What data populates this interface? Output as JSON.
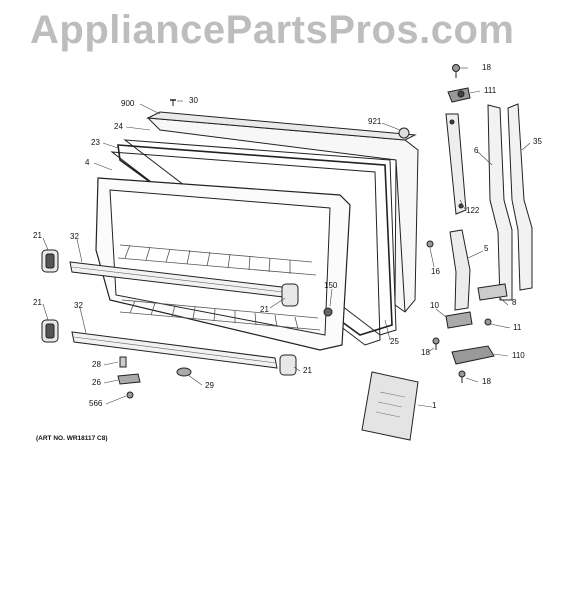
{
  "watermark": "AppliancePartsPros.com",
  "art_number": "(ART NO. WR18117 C8)",
  "callouts": {
    "c18a": "18",
    "c111": "111",
    "c900": "900",
    "c30": "30",
    "c921": "921",
    "c24": "24",
    "c23": "23",
    "c4": "4",
    "c35": "35",
    "c6": "6",
    "c122": "122",
    "c21a": "21",
    "c32a": "32",
    "c16": "16",
    "c5": "5",
    "c150": "150",
    "c21b": "21",
    "c32b": "32",
    "c21c": "21",
    "c10": "10",
    "c8": "8",
    "c11": "11",
    "c25": "25",
    "c18b": "18",
    "c110": "110",
    "c28": "28",
    "c21d": "21",
    "c26": "26",
    "c29": "29",
    "c566": "566",
    "c18c": "18",
    "c1": "1"
  }
}
